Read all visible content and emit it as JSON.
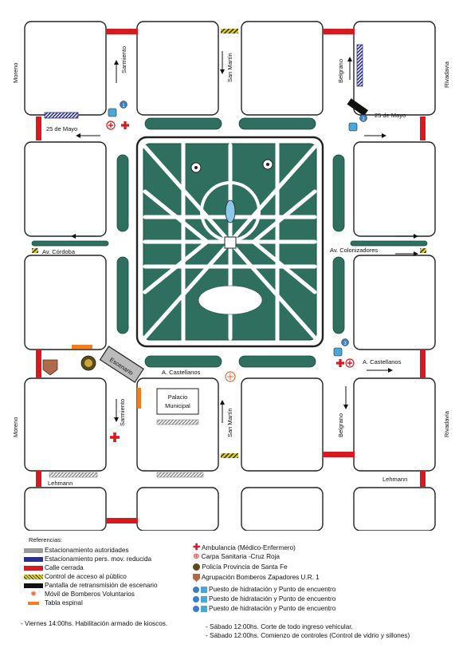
{
  "streets": {
    "moreno_top": "Moreno",
    "moreno_bottom": "Moreno",
    "rivadavia_top": "Rivadavia",
    "rivadavia_bottom": "Rivadavia",
    "sarmiento_top": "Sarmiento",
    "sarmiento_bottom": "Sarmiento",
    "san_martin_top": "San Martín",
    "san_martin_bottom": "San Martín",
    "belgrano_top": "Belgrano",
    "belgrano_bottom": "Belgrano",
    "mayo_left": "25 de Mayo",
    "mayo_right": "25 de Mayo",
    "cordoba": "Av. Córdoba",
    "colonizadores": "Av. Colonizadores",
    "castellanos_small": "A. Castellanos",
    "castellanos_right": "A. Castellanos",
    "lehmann_left": "Lehmann",
    "lehmann_right": "Lehmann"
  },
  "places": {
    "escenario": "Escenario",
    "palacio_line1": "Palacio",
    "palacio_line2": "Municipal"
  },
  "markers": {
    "hydration_1": "1",
    "hydration_2": "2",
    "hydration_3": "3"
  },
  "legend": {
    "title": "Referencias:",
    "left": [
      {
        "swatch": "gray",
        "label": "Estacionamiento autoridades"
      },
      {
        "swatch": "blue",
        "label": "Estacionamiento pers. mov. reducida"
      },
      {
        "swatch": "red",
        "label": "Calle cerrada"
      },
      {
        "swatch": "hatch-yellow",
        "label": "Control de acceso al público"
      },
      {
        "swatch": "black",
        "label": "Pantalla de retransmisión de escenario"
      },
      {
        "swatch": "bomberos-icon",
        "label": "Móvil de Bomberos Voluntarios"
      },
      {
        "swatch": "orange",
        "label": "Tabla espinal"
      }
    ],
    "right": [
      {
        "swatch": "red-cross",
        "label": "Ambulancia (Médico-Enfermero)"
      },
      {
        "swatch": "red-circle-cross",
        "label": "Carpa Sanitaria -Cruz Roja"
      },
      {
        "swatch": "police-badge",
        "label": "Policía Provincia de Santa Fe"
      },
      {
        "swatch": "firefighter-badge",
        "label": "Agrupación Bomberos Zapadores U.R. 1"
      },
      {
        "swatch": "hydration-1",
        "label": "Puesto de hidratación y Punto de encuentro"
      },
      {
        "swatch": "hydration-2",
        "label": "Puesto de hidratación y Punto de encuentro"
      },
      {
        "swatch": "hydration-3",
        "label": "Puesto de hidratación y Punto de encuentro"
      }
    ]
  },
  "footer": {
    "viernes": "- Viernes  14:00hs. Habilitación armado de kioscos.",
    "sabado1": "- Sábado  12:00hs. Corte de todo ingreso vehicular.",
    "sabado2": "- Sábado  12:00hs. Comienzo de controles (Control de vidrio y sillones)"
  },
  "colors": {
    "green": "#2e6f60",
    "red": "#d71920",
    "blue": "#2b2f8f",
    "gray": "#9a9a9a",
    "yellow": "#d8c21a",
    "orange": "#f07f1f",
    "pond": "#8cc8e8"
  }
}
